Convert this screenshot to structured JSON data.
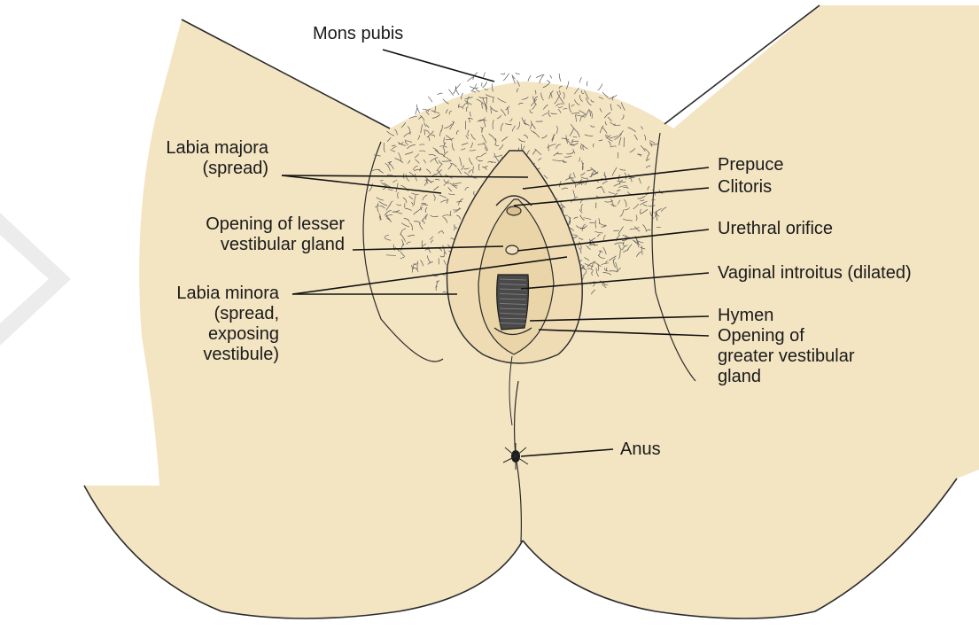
{
  "labels": {
    "mons_pubis": "Mons pubis",
    "labia_majora": "Labia majora\n(spread)",
    "lesser_gland": "Opening of lesser\nvestibular gland",
    "labia_minora": "Labia minora\n(spread,\nexposing\nvestibule)",
    "prepuce": "Prepuce",
    "clitoris": "Clitoris",
    "urethral_orifice": "Urethral orifice",
    "vaginal_introitus": "Vaginal introitus (dilated)",
    "hymen": "Hymen",
    "greater_gland": "Opening of\ngreater vestibular\ngland",
    "anus": "Anus"
  },
  "colors": {
    "skin": "#f3e4c2",
    "outline": "#2b2b2b",
    "leader": "#111111",
    "hair": "#5a5a5a",
    "watermark": "#ececec"
  }
}
